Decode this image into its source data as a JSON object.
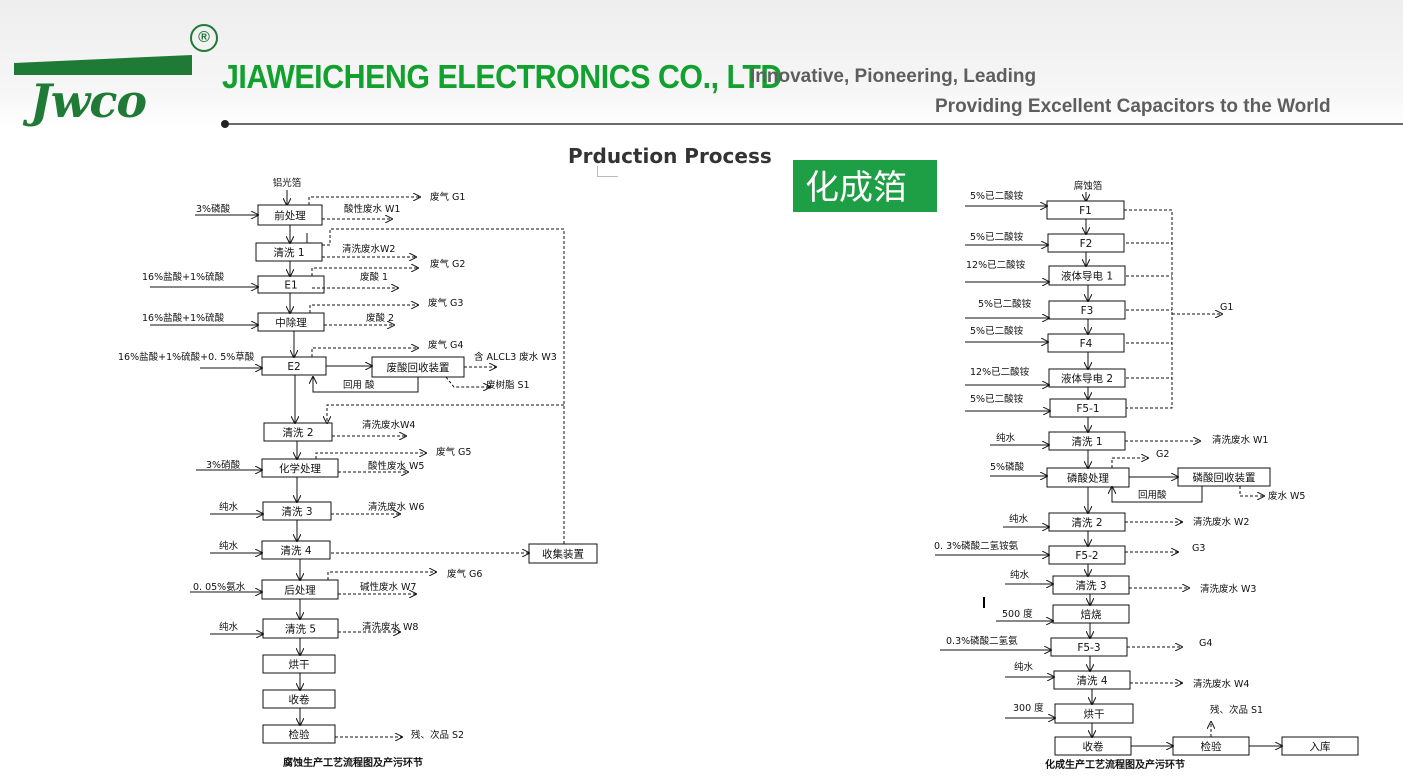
{
  "header": {
    "logo_text": "Jwco",
    "registered_mark": "®",
    "company_name": "JIAWEICHENG  ELECTRONICS CO., LTD",
    "tagline_1": "Innovative, Pioneering, Leading",
    "tagline_2": "Providing Excellent Capacitors to the World"
  },
  "page_title": "Prduction Process",
  "formation_label": "化成箔",
  "etching_flow": {
    "start": "铝光箔",
    "caption": "腐蚀生产工艺流程图及产污环节",
    "steps": [
      "前处理",
      "清洗 1",
      "E1",
      "中除理",
      "E2",
      "废酸回收装置",
      "清洗 2",
      "化学处理",
      "清洗 3",
      "清洗 4",
      "收集装置",
      "后处理",
      "清洗 5",
      "烘干",
      "收卷",
      "检验"
    ],
    "inputs": [
      "3%磷酸",
      "16%盐酸+1%硫酸",
      "16%盐酸+1%硫酸",
      "16%盐酸+1%硫酸+0. 5%草酸",
      "3%硝酸",
      "纯水",
      "纯水",
      "0. 05%氨水",
      "纯水"
    ],
    "outputs": [
      "废气 G1",
      "酸性废水 W1",
      "清洗废水W2",
      "废气 G2",
      "废酸 1",
      "废气 G3",
      "废酸 2",
      "废气 G4",
      "含 ALCL3 废水 W3",
      "回用 酸",
      "废树脂 S1",
      "清洗废水W4",
      "废气 G5",
      "酸性废水 W5",
      "清洗废水 W6",
      "废气 G6",
      "碱性废水 W7",
      "清洗废水 W8",
      "残、次品 S2"
    ]
  },
  "formation_flow": {
    "start": "腐蚀箔",
    "caption": "化成生产工艺流程图及产污环节",
    "steps": [
      "F1",
      "F2",
      "液体导电 1",
      "F3",
      "F4",
      "液体导电 2",
      "F5-1",
      "清洗 1",
      "磷酸处理",
      "磷酸回收装置",
      "清洗 2",
      "F5-2",
      "清洗 3",
      "焙烧",
      "F5-3",
      "清洗 4",
      "烘干",
      "收卷",
      "检验",
      "入库"
    ],
    "inputs": [
      "5%已二酸铵",
      "5%已二酸铵",
      "12%已二酸铵",
      "5%已二酸铵",
      "5%已二酸铵",
      "12%已二酸铵",
      "5%已二酸铵",
      "纯水",
      "5%磷酸",
      "纯水",
      "0. 3%磷酸二氢铵氨",
      "纯水",
      "500 度",
      "0.3%磷酸二氢氨",
      "纯水",
      "300 度"
    ],
    "outputs": [
      "G1",
      "清洗废水 W1",
      "G2",
      "废水 W5",
      "回用酸",
      "清洗废水 W2",
      "G3",
      "清洗废水 W3",
      "G4",
      "清洗废水 W4",
      "残、次品 S1"
    ]
  },
  "colors": {
    "brand_green": "#1f7a36",
    "company_green": "#12a02f",
    "label_green": "#1e9e45"
  }
}
